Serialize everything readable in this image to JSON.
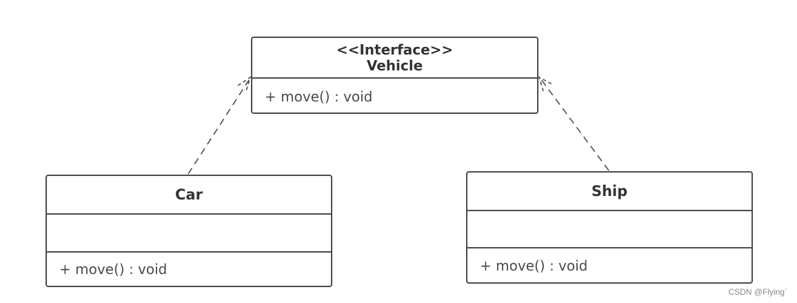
{
  "diagram": {
    "interface": {
      "stereotype": "<<Interface>>",
      "name": "Vehicle",
      "operations": [
        "+ move() : void"
      ]
    },
    "classes": [
      {
        "name": "Car",
        "attributes": [],
        "operations": [
          "+ move() : void"
        ]
      },
      {
        "name": "Ship",
        "attributes": [],
        "operations": [
          "+ move() : void"
        ]
      }
    ],
    "relations": [
      {
        "from": "Car",
        "to": "Vehicle",
        "type": "realization"
      },
      {
        "from": "Ship",
        "to": "Vehicle",
        "type": "realization"
      }
    ]
  },
  "watermark": "CSDN @Flying`"
}
